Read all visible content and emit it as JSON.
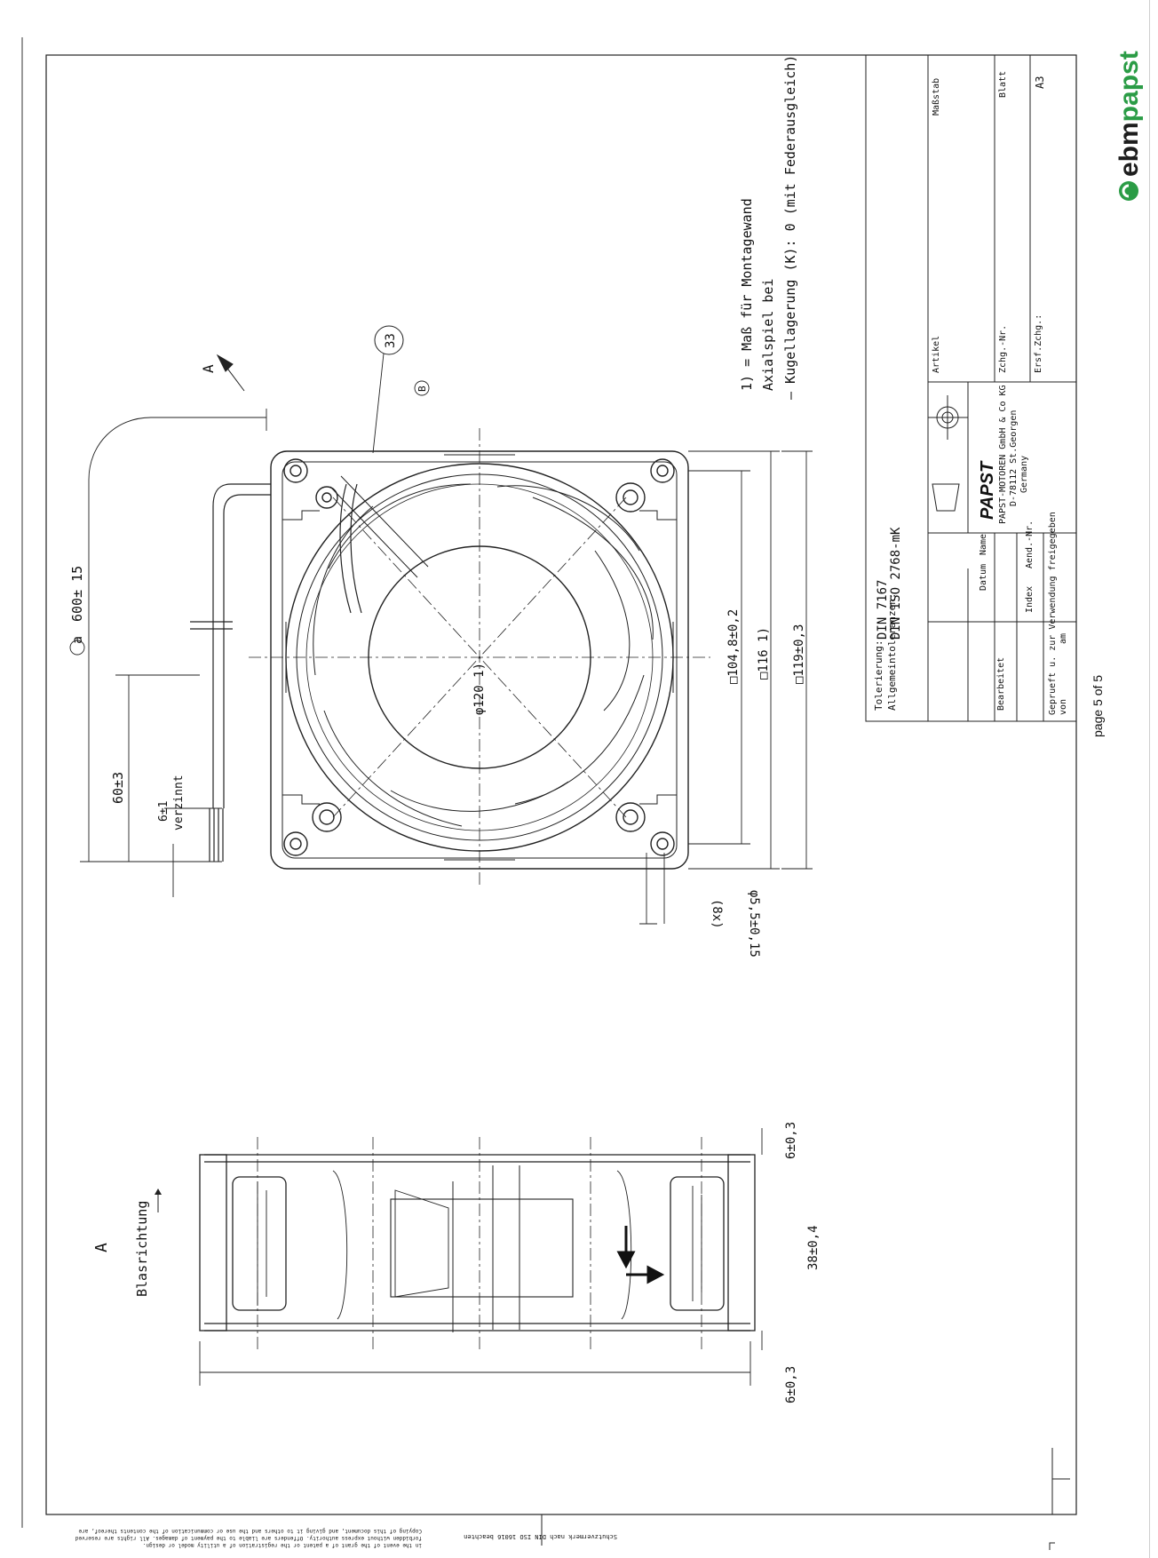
{
  "brand": {
    "name": "ebmpapst",
    "name_prefix": "ebm",
    "name_suffix": "papst",
    "accent_color": "#2b9c46",
    "dark_color": "#1e1e1e"
  },
  "page": {
    "label": "page 5 of 5"
  },
  "notes": {
    "line1": "1) = Maß für Montagewand",
    "line2": "Axialspiel bei",
    "line3": "– Kugellagerung (K): 0  (mit Federausgleich)"
  },
  "dimensions": {
    "cable_length": "600± 15",
    "strip_length": "60±3",
    "tinned_length": "6±1",
    "tinned_label": "verzinnt",
    "inner_square": "□104,8±0,2",
    "mount_square": "□116 1)",
    "outer_square": "□119±0,3",
    "hole_dia": "φ5,5±0,15",
    "hole_count": "(8x)",
    "venturi_dia": "φ120 1)",
    "flange_top": "6±0,3",
    "flange_bottom": "6±0,3",
    "depth": "38±0,4",
    "callout_number": "33",
    "callout_a": "a",
    "callout_b": "B"
  },
  "views": {
    "view_label": "A",
    "airflow_label": "Blasrichtung",
    "arrow_label": "A"
  },
  "title_block": {
    "tolerances_label": "Tolerierung:",
    "tolerances_value": "DIN 7167",
    "general_tol_label": "Allgemeintoleranzen:",
    "general_tol_value": "DIN ISO 2768-mK",
    "col_date": "Datum",
    "col_name": "Name",
    "row_edited": "Bearbeitet",
    "col_index": "Index",
    "col_change": "Aend.-Nr.",
    "approved": "Geprueft u. zur Verwendung freigegeben",
    "approved_from": "von",
    "approved_at": "am",
    "company_logo": "PAPST",
    "company_line1": "PAPST-MOTOREN GmbH & Co KG",
    "company_line2": "D-78112 St.Georgen",
    "company_line3": "Germany",
    "article_label": "Artikel",
    "drawing_no_label": "Zchg.-Nr.",
    "replaces_label": "Ersf.Zchg.:",
    "scale_label": "Maßstab",
    "sheet_label": "Blatt",
    "format_value": "A3"
  },
  "legal": {
    "protection_note": "Schutzvermerk nach DIN ISO 16016 beachten",
    "copyright_line1": "Copying of this document, and giving it to others and the use or communication of the contents thereof, are",
    "copyright_line2": "forbidden without express authority. Offenders are liable to the payment of damages. All rights are reserved",
    "copyright_line3": "in the event of the grant of a patent or the registration of a utility model or design."
  }
}
